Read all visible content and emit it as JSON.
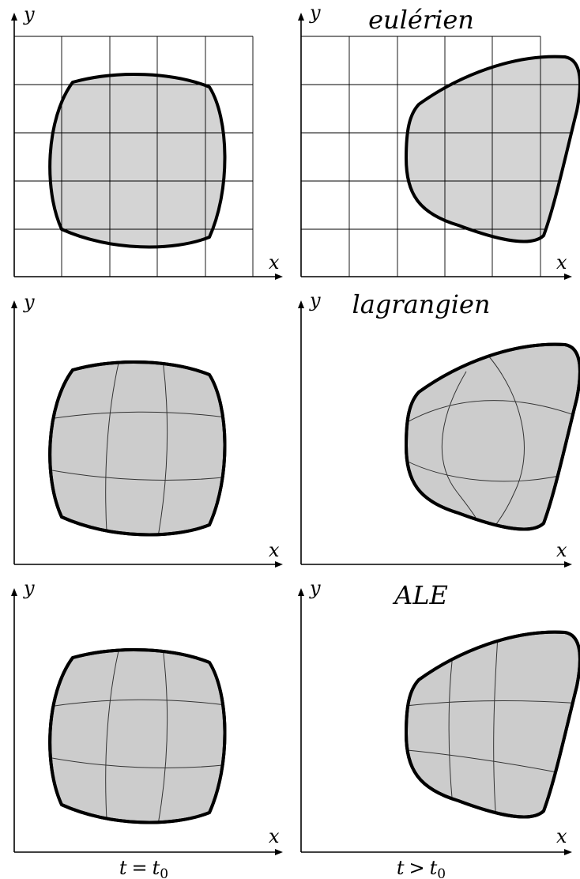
{
  "labels": {
    "x": "x",
    "y": "y",
    "eulerian": "eulérien",
    "lagrangian": "lagrangien",
    "ale": "ALE",
    "t_var": "t",
    "t0_sub": "0",
    "op_eq": "=",
    "op_gt": ">"
  },
  "panels": [
    {
      "row": "eulerian",
      "column": "t = t0",
      "shape": "square",
      "mesh": "fixed-grid"
    },
    {
      "row": "eulerian",
      "column": "t > t0",
      "shape": "deformed",
      "mesh": "fixed-grid"
    },
    {
      "row": "lagrangian",
      "column": "t = t0",
      "shape": "square",
      "mesh": "material"
    },
    {
      "row": "lagrangian",
      "column": "t > t0",
      "shape": "deformed",
      "mesh": "material-deformed"
    },
    {
      "row": "ale",
      "column": "t = t0",
      "shape": "square",
      "mesh": "material"
    },
    {
      "row": "ale",
      "column": "t > t0",
      "shape": "deformed",
      "mesh": "arbitrary"
    }
  ],
  "colors": {
    "shape_fill": "#cccccc",
    "stroke": "#000000",
    "background": "#ffffff"
  }
}
